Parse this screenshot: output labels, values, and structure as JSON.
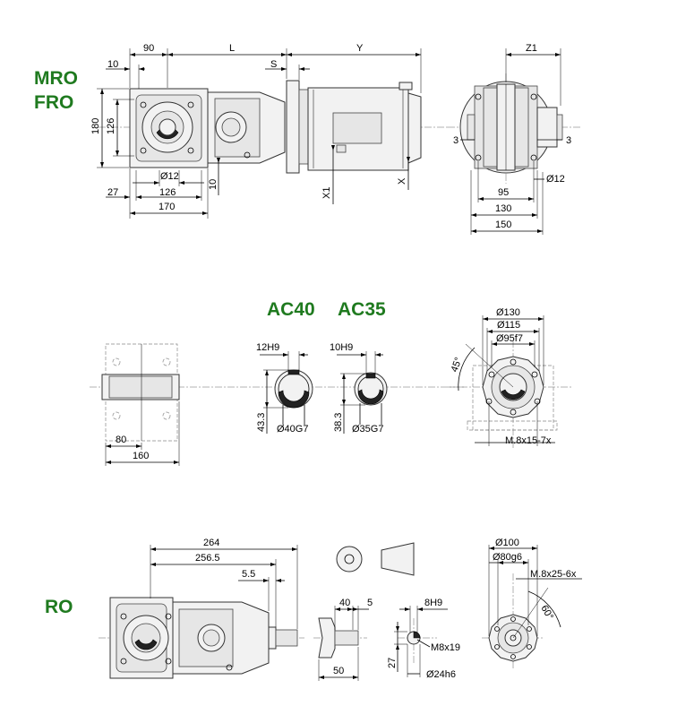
{
  "labels": {
    "mro": "MRO",
    "fro": "FRO",
    "ac40": "AC40",
    "ac35": "AC35",
    "ro": "RO"
  },
  "top_view": {
    "d90": "90",
    "dL": "L",
    "dY": "Y",
    "d10": "10",
    "dS": "S",
    "d180": "180",
    "d126v": "126",
    "dphi12": "Ø12",
    "d27": "27",
    "d126h": "126",
    "d170": "170",
    "d10b": "10",
    "dX1": "X1",
    "dX": "X"
  },
  "side_view": {
    "dZ1": "Z1",
    "d3l": "3",
    "d3r": "3",
    "d95": "95",
    "dphi12": "Ø12",
    "d130": "130",
    "d150": "150"
  },
  "mid_section": {
    "d80": "80",
    "d160": "160",
    "ac40_key": "12H9",
    "ac40_h": "43.3",
    "ac40_bore": "Ø40G7",
    "ac35_key": "10H9",
    "ac35_h": "38.3",
    "ac35_bore": "Ø35G7",
    "d130": "Ø130",
    "d115": "Ø115",
    "d95f7": "Ø95f7",
    "d45": "45°",
    "dM8": "M.8x15-7x"
  },
  "bottom_section": {
    "d264": "264",
    "d2565": "256.5",
    "d55": "5.5",
    "d40": "40",
    "d5": "5",
    "d50": "50",
    "d8H9": "8H9",
    "d27": "27",
    "dM8x19": "M8x19",
    "d24h6": "Ø24h6",
    "d100": "Ø100",
    "d80g6": "Ø80g6",
    "dM8x25": "M.8x25-6x",
    "d60": "60°"
  }
}
